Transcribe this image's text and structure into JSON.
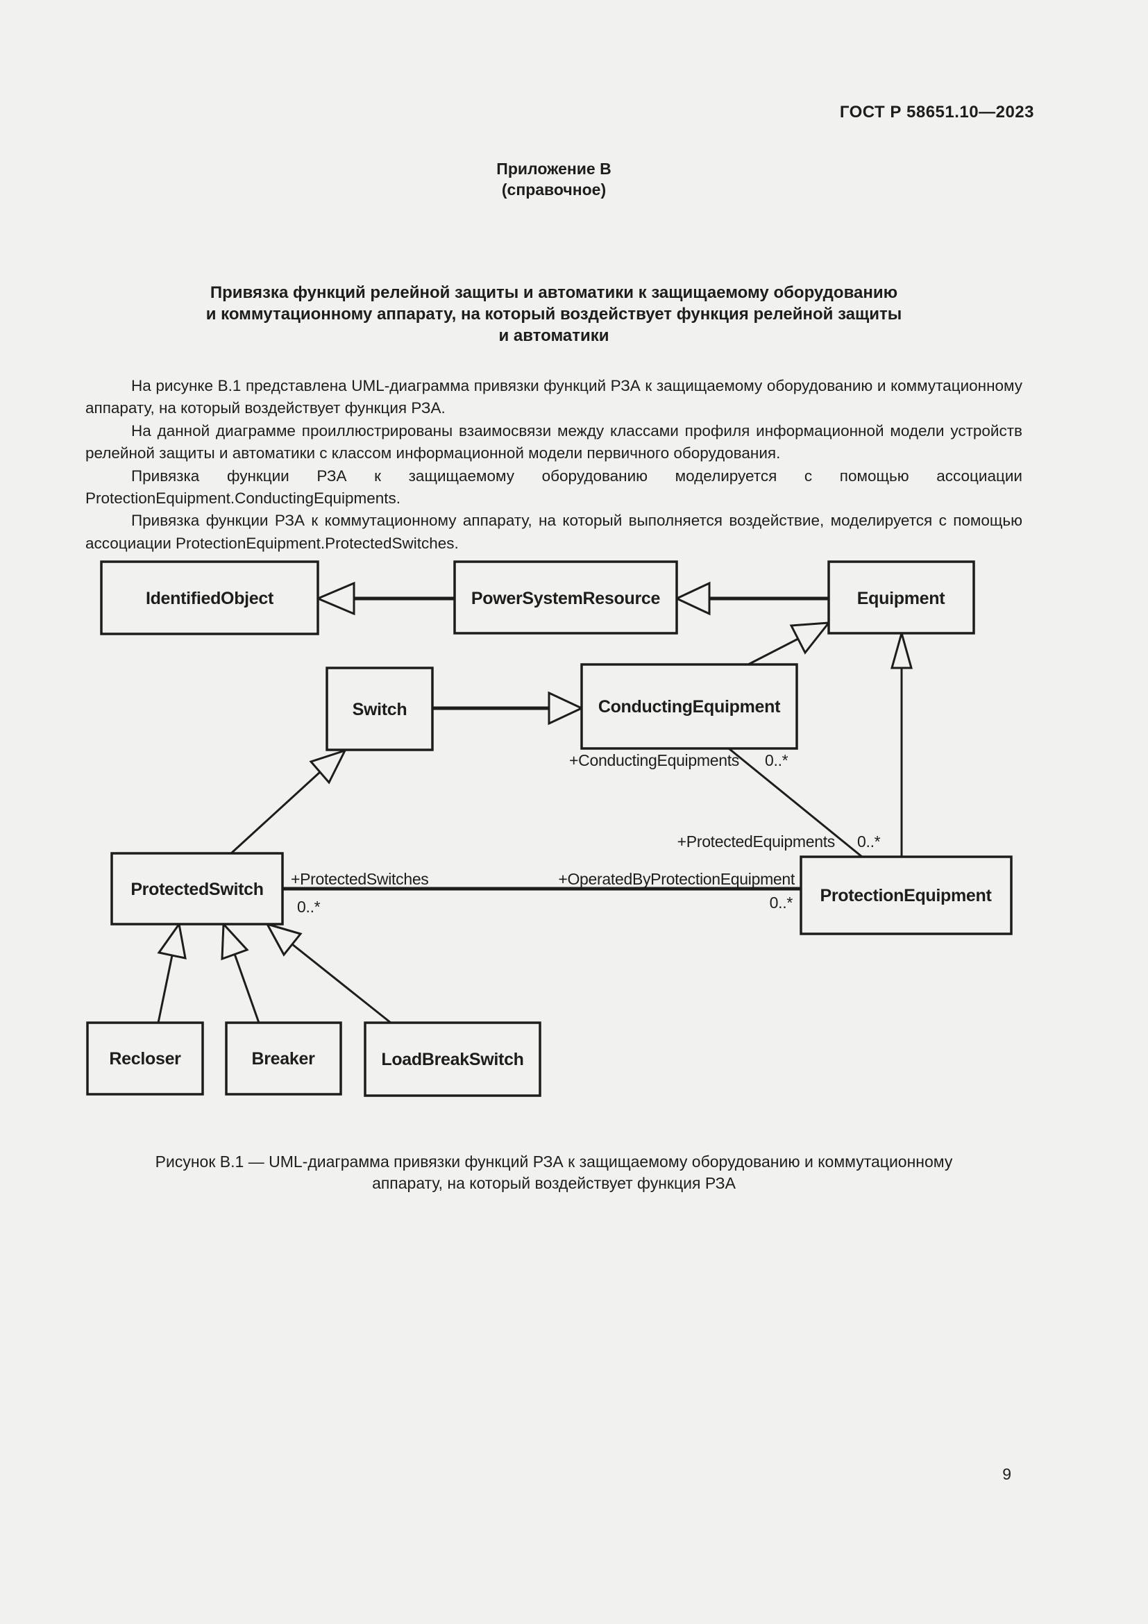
{
  "page": {
    "header": "ГОСТ Р 58651.10—2023",
    "number": "9",
    "background_color": "#f1f1ef",
    "ink_color": "#1d1d1b"
  },
  "annex": {
    "line1": "Приложение В",
    "line2": "(справочное)"
  },
  "title": {
    "lines": [
      "Привязка функций релейной защиты и автоматики к защищаемому оборудованию",
      "и коммутационному аппарату, на который воздействует функция релейной защиты",
      "и автоматики"
    ]
  },
  "paragraphs": [
    "На рисунке В.1 представлена UML-диаграмма привязки функций РЗА к защищаемому оборудованию и коммутационному аппарату, на который воздействует функция РЗА.",
    "На данной диаграмме проиллюстрированы взаимосвязи между классами профиля информационной модели устройств релейной защиты и автоматики с классом информационной модели первичного оборудования.",
    "Привязка функции РЗА к защищаемому оборудованию моделируется с помощью ассоциации ProtectionEquipment.ConductingEquipments.",
    "Привязка функции РЗА к коммутационному аппарату, на который выполняется воздействие, моделируется с помощью ассоциации ProtectionEquipment.ProtectedSwitches."
  ],
  "diagram": {
    "type": "uml-class-diagram",
    "classes": [
      {
        "id": "identified-object",
        "label": "IdentifiedObject"
      },
      {
        "id": "power-system-resource",
        "label": "PowerSystemResource"
      },
      {
        "id": "equipment",
        "label": "Equipment"
      },
      {
        "id": "switch",
        "label": "Switch"
      },
      {
        "id": "conducting-equipment",
        "label": "ConductingEquipment"
      },
      {
        "id": "protected-switch",
        "label": "ProtectedSwitch"
      },
      {
        "id": "protection-equipment",
        "label": "ProtectionEquipment"
      },
      {
        "id": "recloser",
        "label": "Recloser"
      },
      {
        "id": "breaker",
        "label": "Breaker"
      },
      {
        "id": "load-break-switch",
        "label": "LoadBreakSwitch"
      }
    ],
    "association_labels": {
      "conducting_equipments_role": "+ConductingEquipments",
      "conducting_equipments_mult": "0..*",
      "protected_equipments_role": "+ProtectedEquipments",
      "protected_equipments_mult": "0..*",
      "protected_switches_role": "+ProtectedSwitches",
      "protected_switches_mult": "0..*",
      "operated_by_role": "+OperatedByProtectionEquipment",
      "operated_by_mult": "0..*"
    }
  },
  "caption": {
    "lines": [
      "Рисунок В.1 — UML-диаграмма привязки функций РЗА к защищаемому оборудованию и коммутационному",
      "аппарату, на который воздействует функция РЗА"
    ]
  }
}
